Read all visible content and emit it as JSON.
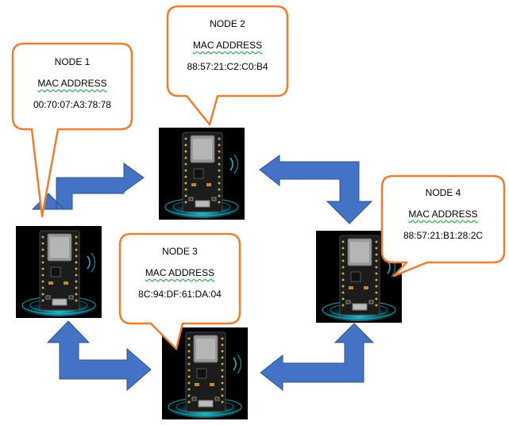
{
  "colors": {
    "arrow_fill": "#4472C4",
    "arrow_stroke": "#2F528F",
    "callout_stroke": "#ED7D31",
    "board_bg": "#000000",
    "board_pcb": "#1c1c1c",
    "glow": "#1fb7c9"
  },
  "nodes": [
    {
      "title": "NODE 1",
      "mac_label": "MAC ADDRESS",
      "mac": "00:70:07:A3:78:78"
    },
    {
      "title": "NODE 2",
      "mac_label": "MAC ADDRESS",
      "mac": "88:57:21:C2:C0:B4"
    },
    {
      "title": "NODE 3",
      "mac_label": "MAC ADDRESS",
      "mac": "8C:94:DF:61:DA:04"
    },
    {
      "title": "NODE 4",
      "mac_label": "MAC ADDRESS",
      "mac": "88:57:21:B1:28:2C"
    }
  ],
  "boards": [
    "esp32-board",
    "esp32-board",
    "esp32-board",
    "esp32-board"
  ]
}
